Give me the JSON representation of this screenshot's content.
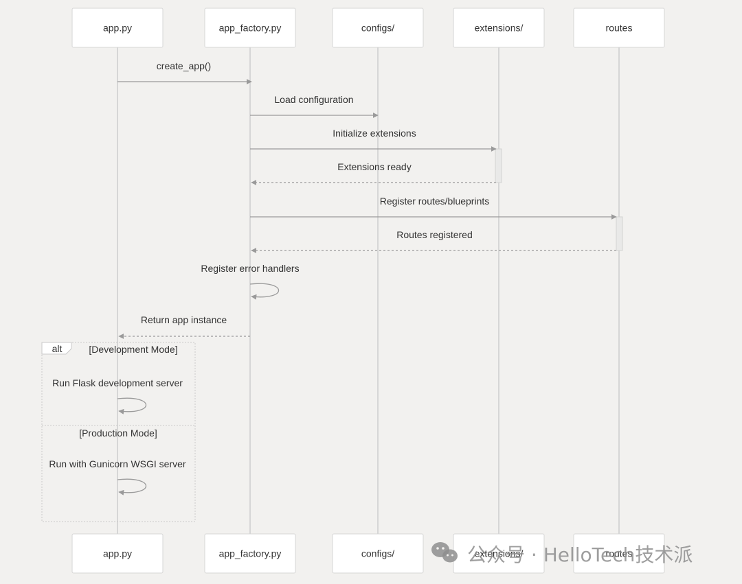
{
  "actors": [
    {
      "id": "app",
      "label": "app.py"
    },
    {
      "id": "factory",
      "label": "app_factory.py"
    },
    {
      "id": "configs",
      "label": "configs/"
    },
    {
      "id": "extensions",
      "label": "extensions/"
    },
    {
      "id": "routes",
      "label": "routes"
    }
  ],
  "messages": [
    {
      "from": "app",
      "to": "factory",
      "label": "create_app()",
      "style": "solid"
    },
    {
      "from": "factory",
      "to": "configs",
      "label": "Load configuration",
      "style": "solid"
    },
    {
      "from": "factory",
      "to": "extensions",
      "label": "Initialize extensions",
      "style": "solid"
    },
    {
      "from": "extensions",
      "to": "factory",
      "label": "Extensions ready",
      "style": "dashed"
    },
    {
      "from": "factory",
      "to": "routes",
      "label": "Register routes/blueprints",
      "style": "solid"
    },
    {
      "from": "routes",
      "to": "factory",
      "label": "Routes registered",
      "style": "dashed"
    },
    {
      "from": "factory",
      "to": "factory",
      "label": "Register error handlers",
      "style": "self"
    },
    {
      "from": "factory",
      "to": "app",
      "label": "Return app instance",
      "style": "dashed"
    },
    {
      "from": "app",
      "to": "app",
      "label": "Run Flask development server",
      "style": "self"
    },
    {
      "from": "app",
      "to": "app",
      "label": "Run with Gunicorn WSGI server",
      "style": "self"
    }
  ],
  "alt_frame": {
    "tag": "alt",
    "conditions": [
      "[Development Mode]",
      "[Production Mode]"
    ]
  },
  "watermark": {
    "icon": "wechat-icon",
    "text": "公众号 · HelloTech技术派"
  },
  "colors": {
    "background": "#f2f1ef",
    "line": "#9a9a9a",
    "lifeline": "#cfcfcf",
    "box": "#ffffff"
  }
}
